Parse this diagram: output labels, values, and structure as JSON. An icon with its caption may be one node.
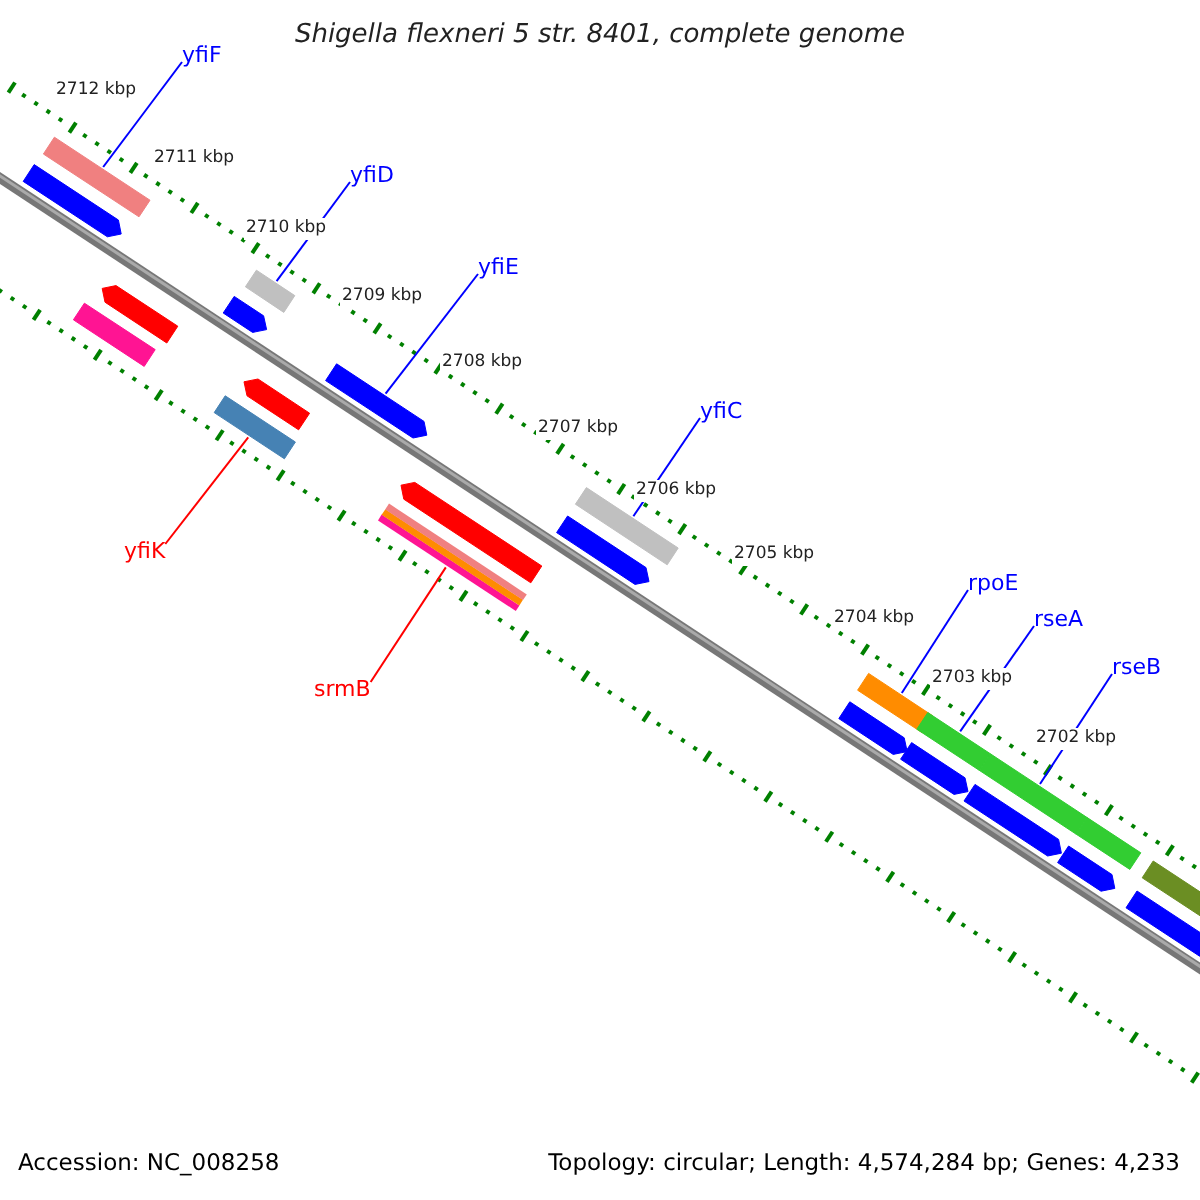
{
  "diagram": {
    "title": "Shigella flexneri 5 str. 8401, complete genome",
    "nodes": [
      {
        "text": [
          "yfiF"
        ]
      },
      {
        "text": [],
        "shape": "bar"
      },
      {
        "text": [
          "yfiD"
        ]
      },
      {
        "text": [],
        "shape": "bar"
      },
      {
        "text": [
          "yfiE"
        ]
      },
      {
        "text": [],
        "shape": "arrow"
      },
      {
        "text": [
          "yfiK"
        ]
      },
      {
        "text": [],
        "shape": "bar"
      },
      {
        "text": [
          "yfiC"
        ]
      },
      {
        "text": [],
        "shape": "bar"
      },
      {
        "text": [
          "srmB"
        ]
      },
      {
        "text": [],
        "shape": "bar"
      },
      {
        "text": [
          "rpoE"
        ]
      },
      {
        "text": [],
        "shape": "bar"
      },
      {
        "text": [
          "rseA"
        ]
      },
      {
        "text": [],
        "shape": "bar"
      },
      {
        "text": [
          "rseB"
        ]
      },
      {
        "text": [],
        "shape": "bar"
      },
      {
        "text": [],
        "shape": "arrow"
      },
      {
        "text": [],
        "shape": "arrow"
      },
      {
        "text": [],
        "shape": "arrow"
      },
      {
        "text": [],
        "shape": "arrow"
      },
      {
        "text": [],
        "shape": "arrow"
      },
      {
        "text": [],
        "shape": "arrow"
      },
      {
        "text": [],
        "shape": "arrow"
      },
      {
        "text": [],
        "shape": "arrow"
      },
      {
        "text": [],
        "shape": "bar"
      },
      {
        "text": [],
        "shape": "bar"
      },
      {
        "text": [],
        "shape": "arrow"
      },
      {
        "text": [],
        "shape": "bar"
      },
      {
        "text": [],
        "shape": "arrow"
      },
      {
        "text": [],
        "shape": "arrow"
      }
    ],
    "edges": [
      {
        "from": 0,
        "to": 1,
        "arrow": "none"
      },
      {
        "from": 2,
        "to": 3,
        "arrow": "none"
      },
      {
        "from": 4,
        "to": 5,
        "arrow": "none"
      },
      {
        "from": 6,
        "to": 7,
        "arrow": "none",
        "color": "#ff0000"
      },
      {
        "from": 8,
        "to": 9,
        "arrow": "none"
      },
      {
        "from": 10,
        "to": 11,
        "arrow": "none",
        "color": "#ff0000"
      },
      {
        "from": 12,
        "to": 13,
        "arrow": "none"
      },
      {
        "from": 14,
        "to": 15,
        "arrow": "none"
      },
      {
        "from": 16,
        "to": 17,
        "arrow": "none"
      }
    ],
    "labels": [
      "2712 kbp",
      "2711 kbp",
      "2710 kbp",
      "2709 kbp",
      "2708 kbp",
      "2707 kbp",
      "2706 kbp",
      "2705 kbp",
      "2704 kbp",
      "2703 kbp",
      "2702 kbp",
      "Accession: NC_008258",
      "Topology: circular; Length: 4,574,284 bp; Genes: 4,233"
    ]
  }
}
